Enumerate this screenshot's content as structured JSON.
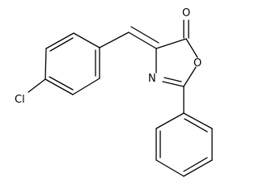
{
  "molecule": {
    "atoms": {
      "oxygen_carbonyl": "O",
      "oxygen_ring": "O",
      "nitrogen": "N",
      "chlorine": "Cl"
    }
  },
  "colors": {
    "bond": "#000000",
    "label": "#000000",
    "background": "#ffffff"
  }
}
